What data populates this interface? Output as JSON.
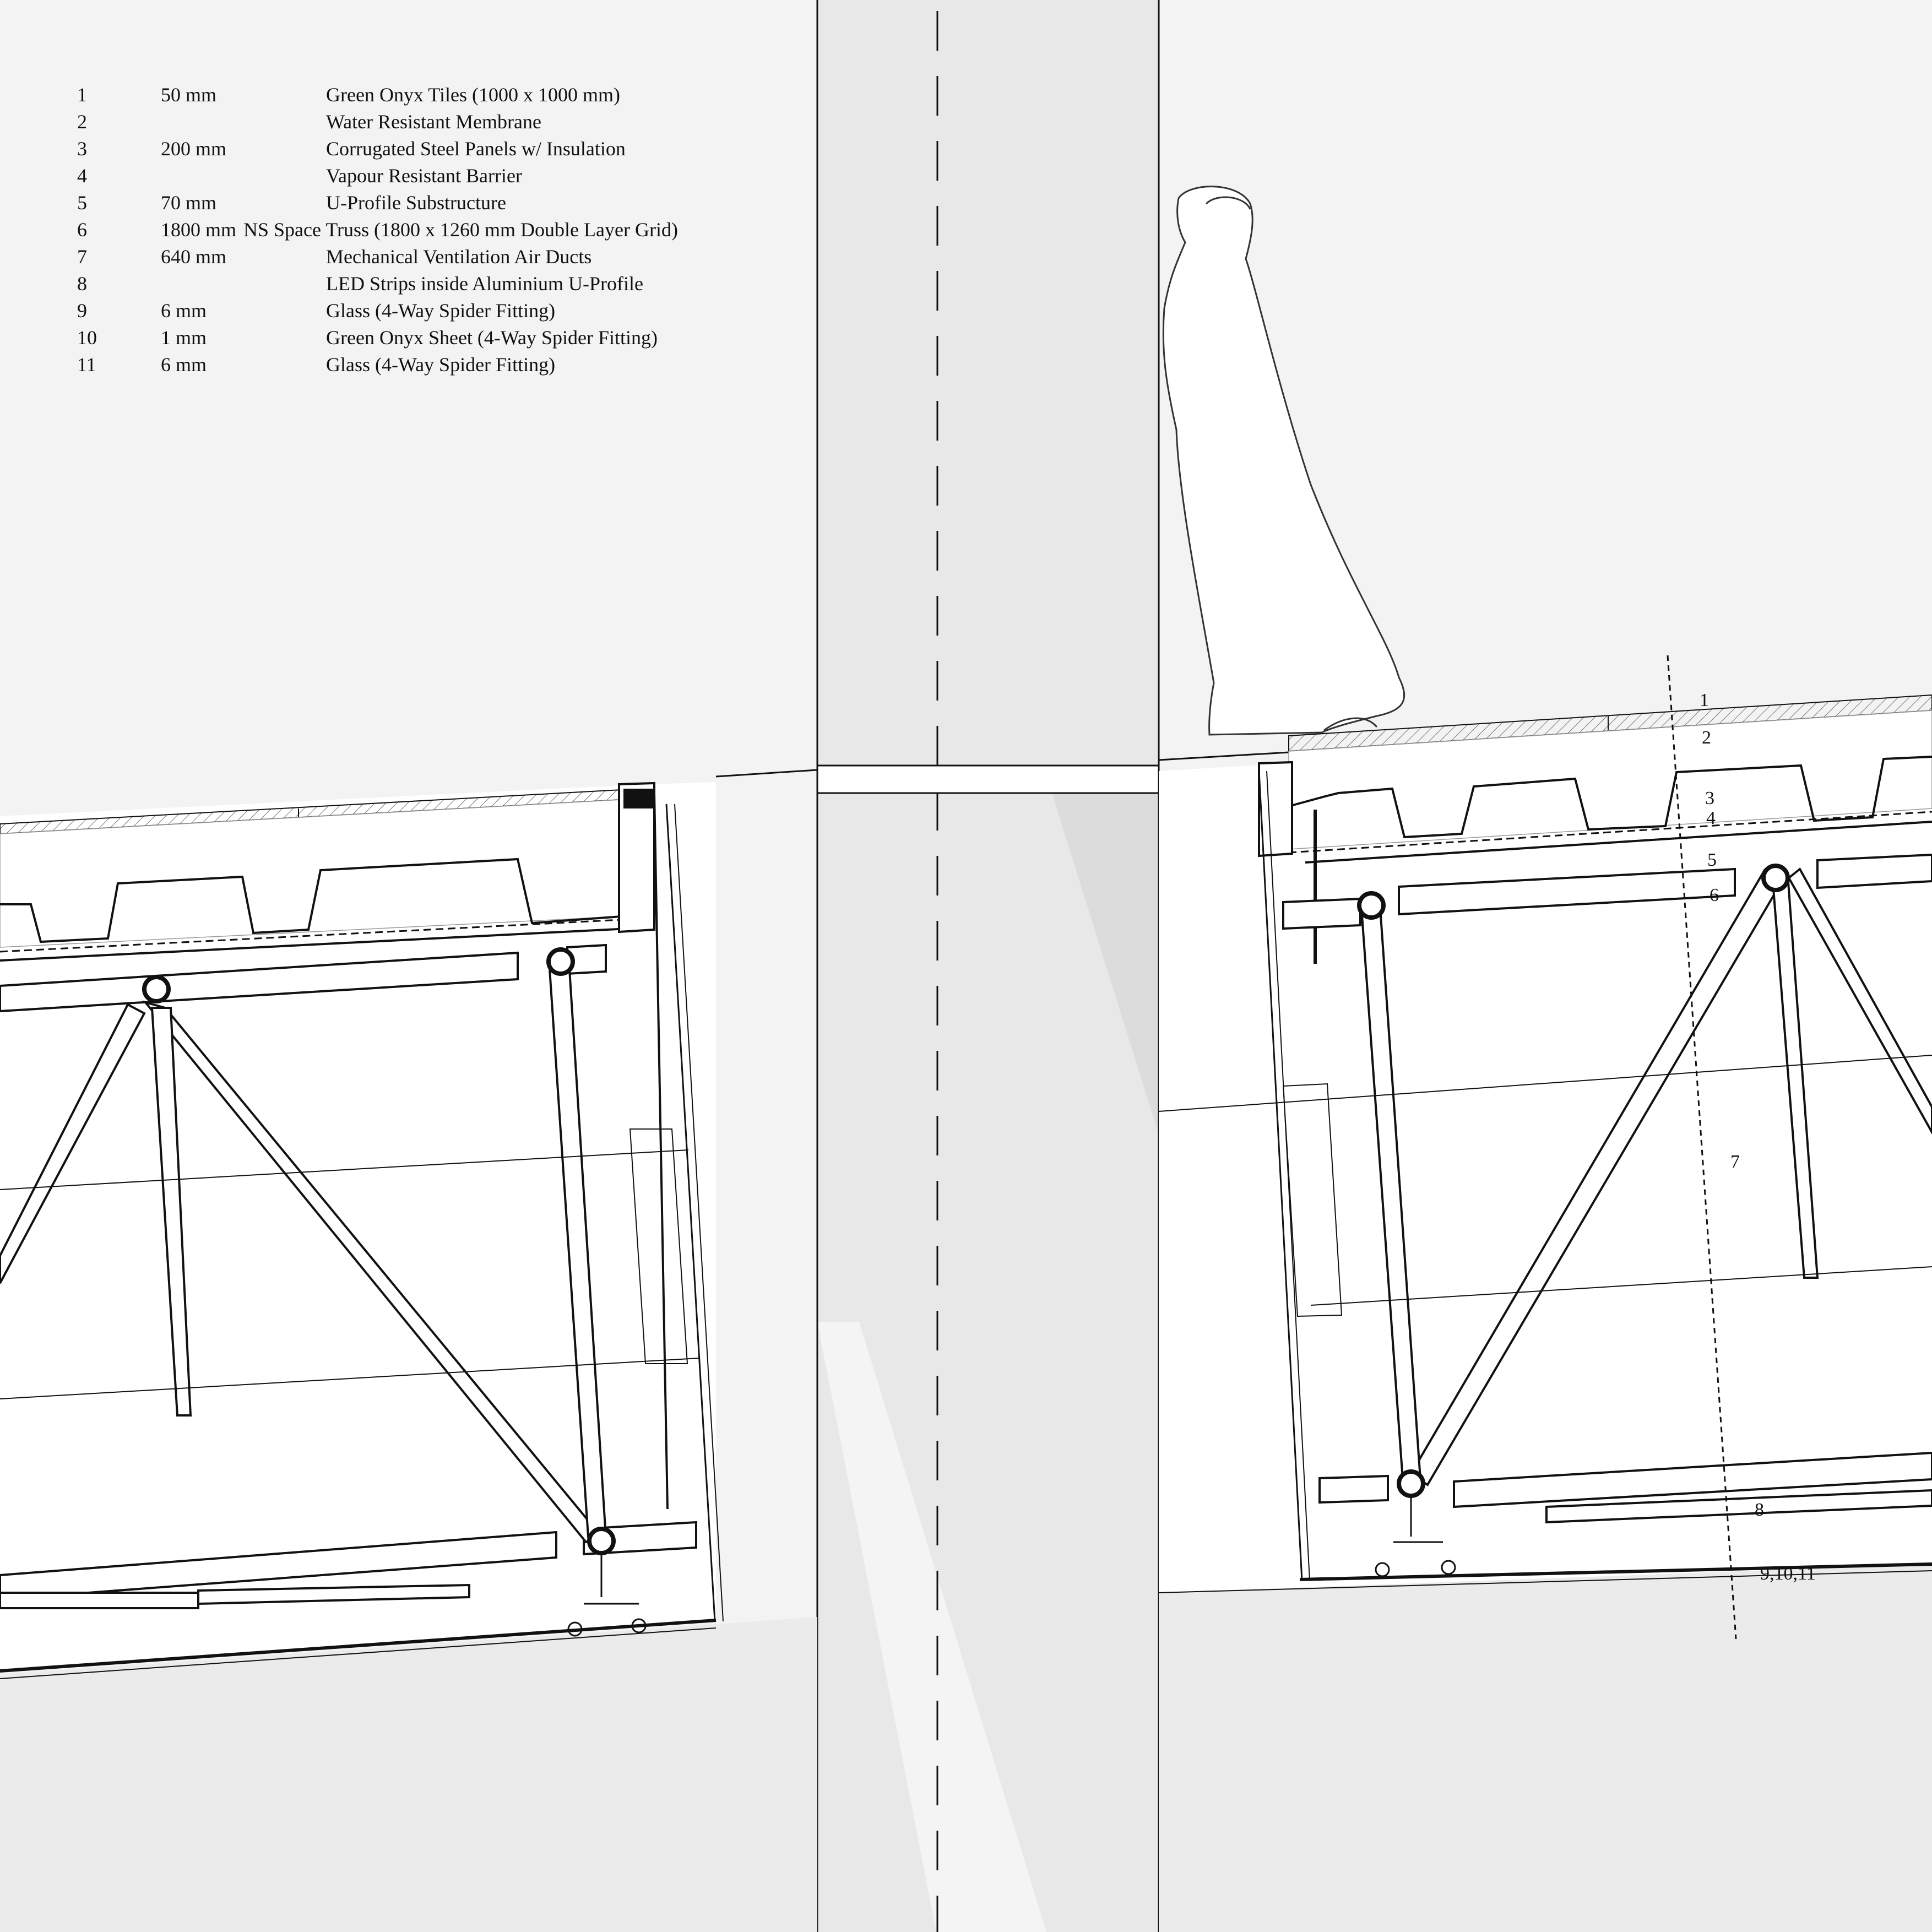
{
  "legend": {
    "items": [
      {
        "number": "1",
        "thickness": "50 mm",
        "description": "Green Onyx Tiles (1000 x 1000 mm)"
      },
      {
        "number": "2",
        "thickness": "",
        "description": "Water Resistant Membrane"
      },
      {
        "number": "3",
        "thickness": "200 mm",
        "description": "Corrugated Steel Panels w/ Insulation"
      },
      {
        "number": "4",
        "thickness": "",
        "description": "Vapour Resistant Barrier"
      },
      {
        "number": "5",
        "thickness": "70 mm",
        "description": "U-Profile Substructure"
      },
      {
        "number": "6",
        "thickness": "1800 mm",
        "description": "NS Space Truss (1800 x 1260 mm Double Layer Grid)"
      },
      {
        "number": "7",
        "thickness": "640 mm",
        "description": "Mechanical Ventilation Air Ducts"
      },
      {
        "number": "8",
        "thickness": "",
        "description": "LED Strips inside Aluminium U-Profile"
      },
      {
        "number": "9",
        "thickness": "6 mm",
        "description": "Glass (4-Way Spider Fitting)"
      },
      {
        "number": "10",
        "thickness": "1 mm",
        "description": "Green Onyx Sheet (4-Way Spider Fitting)"
      },
      {
        "number": "11",
        "thickness": "6 mm",
        "description": "Glass (4-Way Spider Fitting)"
      }
    ]
  },
  "callouts": {
    "c1": "1",
    "c2": "2",
    "c3": "3",
    "c4": "4",
    "c5": "5",
    "c6": "6",
    "c7": "7",
    "c8": "8",
    "c9": "9,10,11"
  },
  "colors": {
    "background": "#f3f3f3",
    "gap": "#e9e9e9",
    "lower": "#ececec",
    "slab": "#ffffff",
    "line": "#111111"
  }
}
